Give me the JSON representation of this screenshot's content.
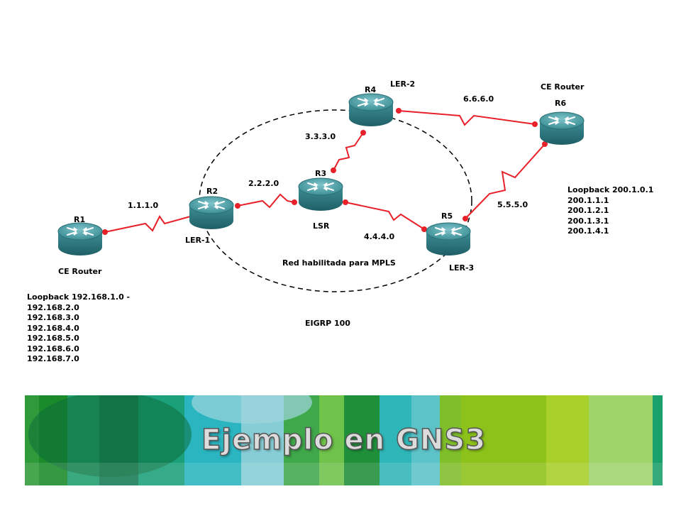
{
  "labels": {
    "r1": "R1",
    "r2": "R2",
    "r3": "R3",
    "r4": "R4",
    "r5": "R5",
    "r6": "R6",
    "r1_role": "CE Router",
    "r2_role": "LER-1",
    "r3_role": "LSR",
    "r4_role": "LER-2",
    "r5_role": "LER-3",
    "r6_role": "CE Router"
  },
  "links": {
    "r1_r2": "1.1.1.0",
    "r2_r3": "2.2.2.0",
    "r3_r4": "3.3.3.0",
    "r3_r5": "4.4.4.0",
    "r5_r6": "5.5.5.0",
    "r4_r6": "6.6.6.0"
  },
  "cloud": {
    "label": "Red habilitada para  MPLS",
    "protocol": "EIGRP 100"
  },
  "loopbacks_r1": [
    "Loopback 192.168.1.0 -",
    "192.168.2.0",
    "192.168.3.0",
    "192.168.4.0",
    "192.168.5.0",
    "192.168.6.0",
    "192.168.7.0"
  ],
  "loopbacks_r6": [
    "Loopback 200.1.0.1",
    "200.1.1.1",
    "200.1.2.1",
    "200.1.3.1",
    "200.1.4.1"
  ],
  "banner": {
    "title": "Ejemplo en GNS3"
  },
  "colors": {
    "link": "#e8202a",
    "router_top": "#4a9ea6",
    "router_body": "#2f7f88"
  }
}
